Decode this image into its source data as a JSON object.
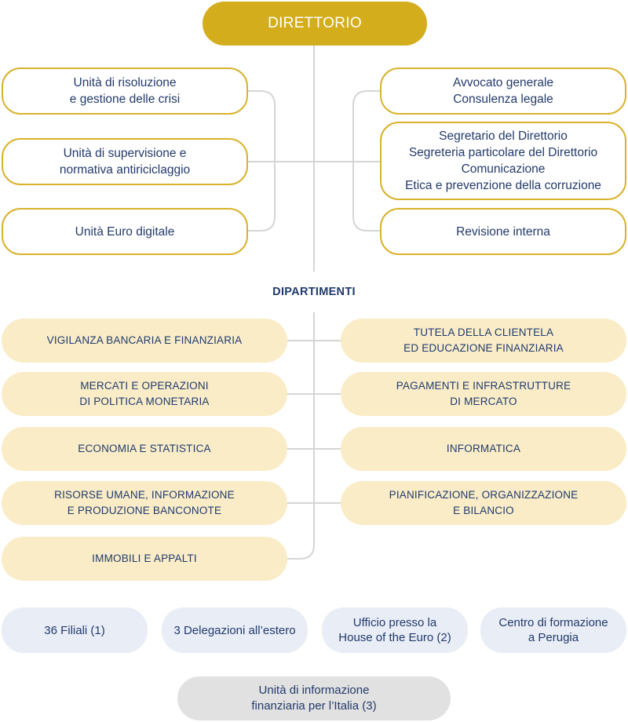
{
  "top": {
    "label": "DIRETTORIO"
  },
  "left_units": [
    {
      "lines": [
        "Unità di risoluzione",
        "e gestione delle crisi"
      ]
    },
    {
      "lines": [
        "Unità di supervisione e",
        "normativa antiriciclaggio"
      ]
    },
    {
      "lines": [
        "Unità Euro digitale"
      ]
    }
  ],
  "right_units": [
    {
      "lines": [
        "Avvocato generale",
        "Consulenza legale"
      ]
    },
    {
      "lines": [
        "Segretario del Direttorio",
        "Segreteria particolare del Direttorio",
        "Comunicazione",
        "Etica e prevenzione della corruzione"
      ]
    },
    {
      "lines": [
        "Revisione interna"
      ]
    }
  ],
  "departments_title": "DIPARTIMENTI",
  "departments_left": [
    {
      "lines": [
        "VIGILANZA BANCARIA E FINANZIARIA"
      ]
    },
    {
      "lines": [
        "MERCATI E OPERAZIONI",
        "DI POLITICA MONETARIA"
      ]
    },
    {
      "lines": [
        "ECONOMIA E STATISTICA"
      ]
    },
    {
      "lines": [
        "RISORSE UMANE, INFORMAZIONE",
        "E PRODUZIONE BANCONOTE"
      ]
    },
    {
      "lines": [
        "IMMOBILI E APPALTI"
      ]
    }
  ],
  "departments_right": [
    {
      "lines": [
        "TUTELA DELLA CLIENTELA",
        "ED EDUCAZIONE FINANZIARIA"
      ]
    },
    {
      "lines": [
        "PAGAMENTI E INFRASTRUTTURE",
        "DI MERCATO"
      ]
    },
    {
      "lines": [
        "INFORMATICA"
      ]
    },
    {
      "lines": [
        "PIANIFICAZIONE, ORGANIZZAZIONE",
        "E BILANCIO"
      ]
    }
  ],
  "branches": [
    {
      "lines": [
        "36 Filiali (1)"
      ]
    },
    {
      "lines": [
        "3 Delegazioni all’estero"
      ]
    },
    {
      "lines": [
        "Ufficio presso la",
        "House of the Euro (2)"
      ]
    },
    {
      "lines": [
        "Centro di formazione",
        "a Perugia"
      ]
    }
  ],
  "uif": {
    "lines": [
      "Unità di informazione",
      "finanziaria per l’Italia (3)"
    ]
  },
  "colors": {
    "gold": "#d4ad1d",
    "gold_border": "#d9b22c",
    "dept_fill": "#faecc7",
    "branch_fill": "#e8edf6",
    "uif_fill": "#e1e1e1",
    "text": "#1f3b6e",
    "connector": "#d5d5d5"
  }
}
